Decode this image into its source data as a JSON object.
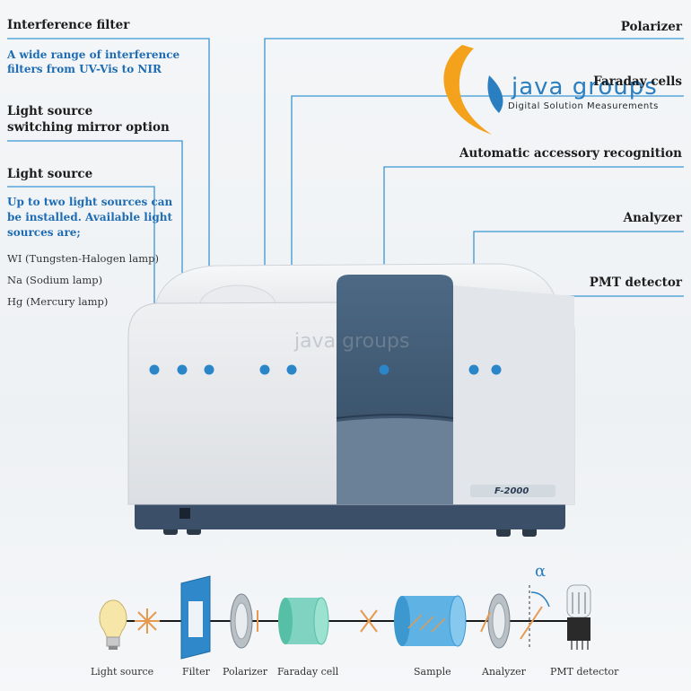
{
  "labels": {
    "interference_filter": "Interference filter",
    "interference_filter_desc1": "A wide range of interference",
    "interference_filter_desc2": "filters from UV-Vis to NIR",
    "switching_mirror1": "Light source",
    "switching_mirror2": "switching mirror option",
    "light_source": "Light source",
    "light_source_desc1": "Up to two light sources can",
    "light_source_desc2": "be installed.  Available light",
    "light_source_desc3": "sources are;",
    "lamp1": "WI (Tungsten-Halogen lamp)",
    "lamp2": "Na (Sodium lamp)",
    "lamp3": "Hg (Mercury lamp)",
    "polarizer": "Polarizer",
    "faraday_cells": "Faraday cells",
    "auto_accessory": "Automatic accessory recognition",
    "analyzer": "Analyzer",
    "pmt_detector": "PMT detector"
  },
  "logo": {
    "wordmark": "java groups",
    "tagline": "Digital Solution Measurements"
  },
  "watermark": "java groups",
  "instrument": {
    "model": "F-2000"
  },
  "diagram": {
    "captions": [
      "Light source",
      "Filter",
      "Polarizer",
      "Faraday cell",
      "Sample",
      "Analyzer",
      "PMT detector"
    ],
    "angle_symbol": "α"
  },
  "colors": {
    "accent": "#2a86c8",
    "text_blue": "#1e6cb3",
    "panel": "#3d5872"
  }
}
